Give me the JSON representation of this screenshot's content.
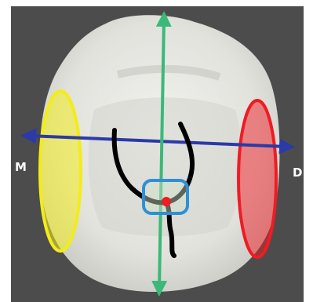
{
  "labels": {
    "mesial": "M",
    "distal": "D"
  },
  "colors": {
    "background": "#4c4c4c",
    "tooth": "#e4e5e0",
    "tooth_shadow": "#b9bab3",
    "long_axis": "#3cb878",
    "mesiodistal_axis": "#2b3aa6",
    "mesial_marker": "#f2ec1c",
    "distal_marker": "#ee1c24",
    "contact_box": "#2f8fd6",
    "contact_point": "#ee1c24",
    "groove_lines": "#000000",
    "label_text": "#ffffff"
  },
  "icons": {
    "axis_ends": "double-headed-arrow"
  }
}
